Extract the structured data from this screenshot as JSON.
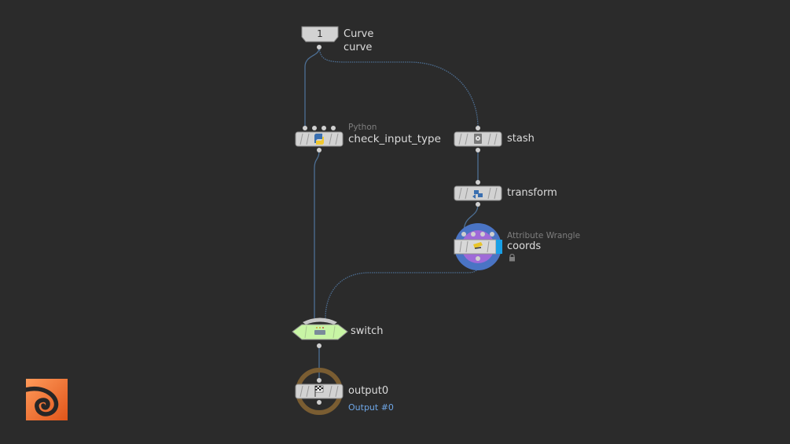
{
  "app": "Houdini network editor",
  "colors": {
    "background": "#2b2b2b",
    "wire": "#4d6f94",
    "node_body": "#d2d2d2",
    "switch_fill": "#c8f5a5",
    "wrangle_ring": "#4a74c4",
    "wrangle_inner": "#9f6ad8",
    "wrangle_flag": "#19a0e6",
    "output_ring": "#7a5d32",
    "comment": "#6ea6e6"
  },
  "nodes": {
    "curve": {
      "badge": "1",
      "type_label": "Curve",
      "name": "curve",
      "icon": "number-badge"
    },
    "check_input_type": {
      "type_label": "Python",
      "name": "check_input_type",
      "icon": "python-icon"
    },
    "stash": {
      "name": "stash",
      "icon": "stash-icon"
    },
    "transform": {
      "name": "transform",
      "icon": "transform-icon"
    },
    "coords": {
      "type_label": "Attribute Wrangle",
      "name": "coords",
      "icon": "wrangle-icon",
      "locked": true
    },
    "switch": {
      "name": "switch",
      "icon": "switch-icon"
    },
    "output0": {
      "name": "output0",
      "comment": "Output #0",
      "icon": "checkered-flag-icon"
    }
  },
  "logo": "houdini-logo"
}
